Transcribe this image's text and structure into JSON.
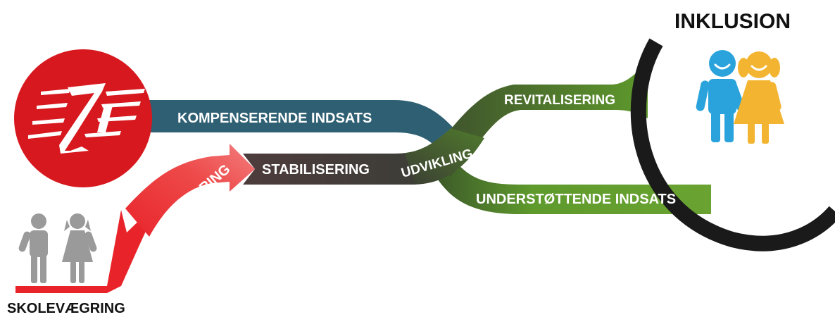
{
  "title": "INKLUSION",
  "start_label": "SKOLEVÆGRING",
  "steps": {
    "afklaring": "AFKLARING",
    "stabilisering": "STABILISERING",
    "udvikling": "UDVIKLING",
    "revitalisering": "REVITALISERING",
    "kompenserende": "KOMPENSERENDE INDSATS",
    "understottende": "UNDERSTØTTENDE INDSATS"
  },
  "colors": {
    "red": "#e8242a",
    "teal": "#2f5f73",
    "dark_brown": "#4a3b3b",
    "green": "#5e9a2c",
    "dark_green": "#3d5a2a",
    "grey_kids": "#9a9a9a",
    "blue_kid": "#2aa3dc",
    "yellow_kid": "#f3b531",
    "ring": "#1a1a1a"
  },
  "icons": {
    "logo": "zz-logo-icon",
    "start_children": "grey-children-icon",
    "end_children": "happy-children-icon"
  }
}
